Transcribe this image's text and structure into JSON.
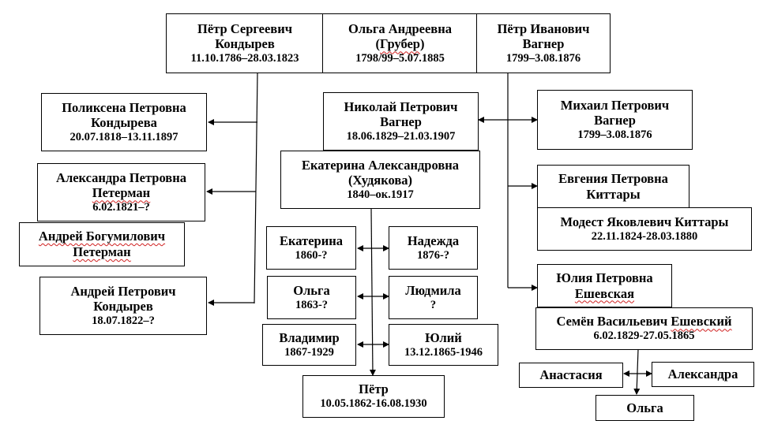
{
  "people": {
    "pyotr_kondyrev": {
      "line1": "Пётр Сергеевич",
      "line2": "Кондырев",
      "dates": "11.10.1786–28.03.1823"
    },
    "olga_gruber": {
      "line1": "Ольга Андреевна",
      "line2": "(Грубер)",
      "dates": "1798/99–5.07.1885"
    },
    "pyotr_vagner": {
      "line1": "Пётр Иванович",
      "line2": "Вагнер",
      "dates": "1799–3.08.1876"
    },
    "poliksena": {
      "line1": "Поликсена Петровна",
      "line2": "Кондырева",
      "dates": "20.07.1818–13.11.1897"
    },
    "alexandra_peterman": {
      "line1": "Александра Петровна",
      "line2": "Петерман",
      "dates": "6.02.1821–?"
    },
    "andrey_peterman": {
      "line1": "Андрей Богумилович",
      "line2": "Петерман"
    },
    "andrey_kondyrev": {
      "line1": "Андрей Петрович",
      "line2": "Кондырев",
      "dates": "18.07.1822–?"
    },
    "nikolay_vagner": {
      "line1": "Николай Петрович",
      "line2": "Вагнер",
      "dates": "18.06.1829–21.03.1907"
    },
    "ekaterina_khudyakova": {
      "line1": "Екатерина Александровна",
      "line2": "(Худякова)",
      "dates": "1840–ок.1917"
    },
    "mikhail_vagner": {
      "line1": "Михаил Петрович",
      "line2": "Вагнер",
      "dates": "1799–3.08.1876"
    },
    "evgeniya_kittary": {
      "line1": "Евгения Петровна",
      "line2": "Киттары"
    },
    "modest_kittary": {
      "line1": "Модест Яковлевич Киттары",
      "dates": "22.11.1824-28.03.1880"
    },
    "yuliya_eshevskaya": {
      "line1": "Юлия Петровна",
      "line2": "Ешевская"
    },
    "semyon_eshevsky": {
      "line1": "Семён Васильевич Ешевский",
      "dates": "6.02.1829-27.05.1865"
    },
    "ekaterina_child": {
      "line1": "Екатерина",
      "dates": "1860-?"
    },
    "nadezhda": {
      "line1": "Надежда",
      "dates": "1876-?"
    },
    "olga_child": {
      "line1": "Ольга",
      "dates": "1863-?"
    },
    "lyudmila": {
      "line1": "Людмила",
      "dates": "?"
    },
    "vladimir": {
      "line1": "Владимир",
      "dates": "1867-1929"
    },
    "yuliy": {
      "line1": "Юлий",
      "dates": "13.12.1865-1946"
    },
    "pyotr_child": {
      "line1": "Пётр",
      "dates": "10.05.1862-16.08.1930"
    },
    "anastasiya": {
      "line1": "Анастасия"
    },
    "alexandra_e": {
      "line1": "Александра"
    },
    "olga_e": {
      "line1": "Ольга"
    }
  }
}
